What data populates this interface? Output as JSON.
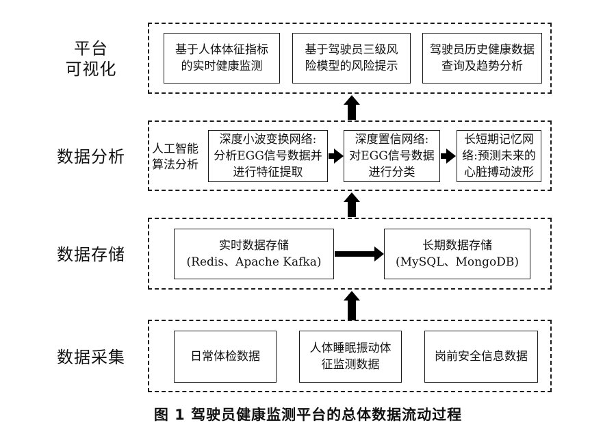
{
  "layers": {
    "visualization": {
      "label": "平台\n可视化",
      "boxes": [
        "基于人体体征指标\n的实时健康监测",
        "基于驾驶员三级风\n险模型的风险提示",
        "驾驶员历史健康数据\n查询及趋势分析"
      ]
    },
    "analysis": {
      "label": "数据分析",
      "side_text": "人工智能\n算法分析",
      "boxes": [
        "深度小波变换网络:\n分析EGG信号数据并\n进行特征提取",
        "深度置信网络:\n对EGG信号数据\n进行分类",
        "长短期记忆网\n络:预测未来的\n心脏搏动波形"
      ]
    },
    "storage": {
      "label": "数据存储",
      "boxes": [
        "实时数据存储\n(Redis、Apache Kafka)",
        "长期数据存储\n(MySQL、MongoDB)"
      ]
    },
    "collection": {
      "label": "数据采集",
      "boxes": [
        "日常体检数据",
        "人体睡眠振动体\n征监测数据",
        "岗前安全信息数据"
      ]
    }
  },
  "caption": "图 1    驾驶员健康监测平台的总体数据流动过程"
}
